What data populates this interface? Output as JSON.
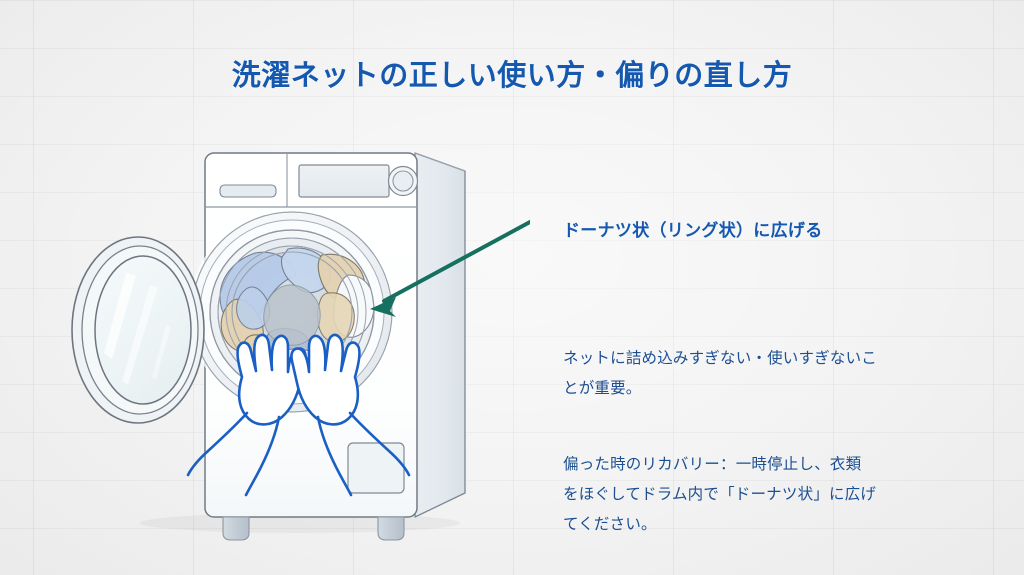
{
  "slide": {
    "title": "洗濯ネットの正しい使い方・偏りの直し方",
    "title_color": "#1558b0",
    "background_color": "#f2f2f2",
    "body_text_color": "#1c4f91",
    "arrow_color": "#16705f",
    "hand_outline_color": "#1a5fc4"
  },
  "callout": {
    "label": "ドーナツ状（リング状）に広げる"
  },
  "notes": {
    "note1_line1": "ネットに詰め込みすぎない・使いすぎないこ",
    "note1_line2": "とが重要。",
    "note2_line1": "偏った時のリカバリー：一時停止し、衣類",
    "note2_line2": "をほぐしてドラム内で「ドーナツ状」に広げ",
    "note2_line3": "てください。"
  },
  "illustration": {
    "name": "front-load-washing-machine-with-hands",
    "door_state": "open",
    "drum_contents": "clothes-arranged-in-donut-ring",
    "control_panel": {
      "detergent_drawer": "detergent-drawer-handle",
      "display": "display-panel",
      "dial": "program-dial"
    },
    "feet_count": 2,
    "hands_count": 2
  }
}
